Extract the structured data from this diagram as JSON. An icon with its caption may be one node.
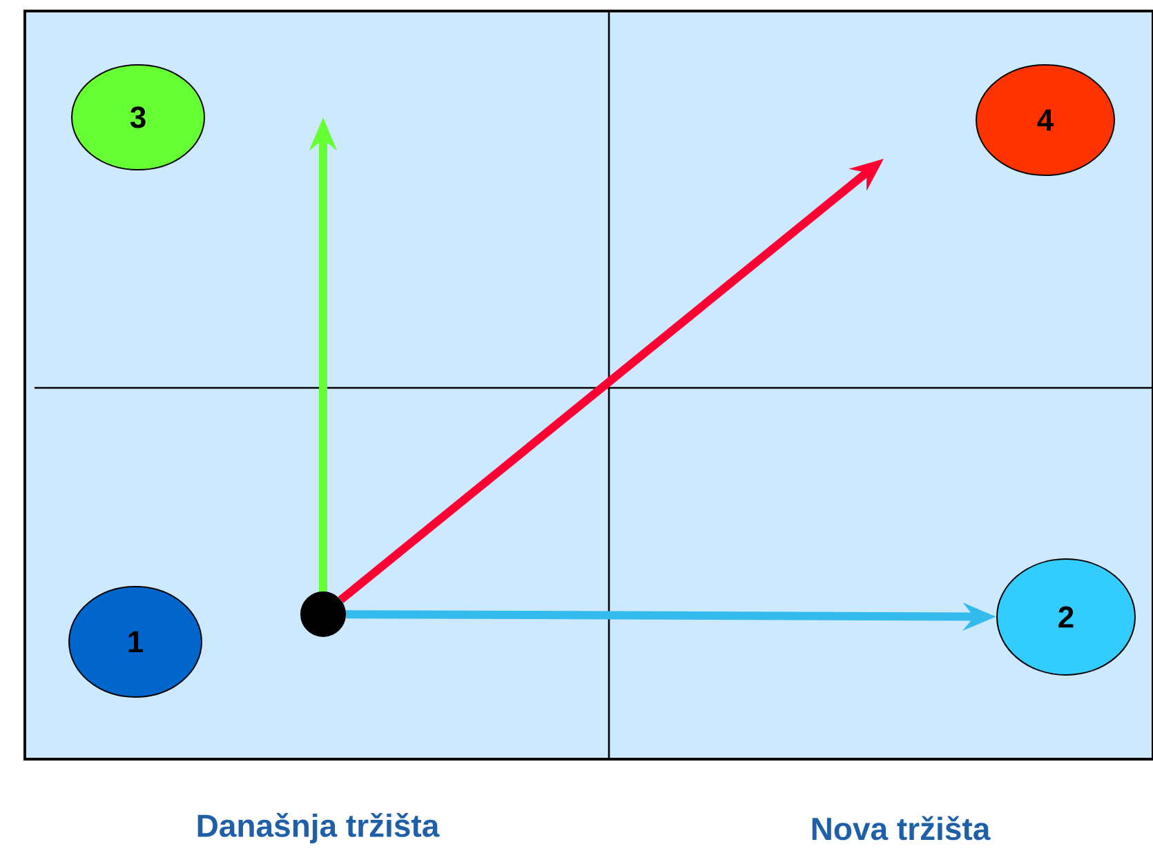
{
  "diagram": {
    "nodes": [
      {
        "text": [
          "3"
        ]
      },
      {
        "text": [
          "4"
        ]
      },
      {
        "text": [
          "1"
        ]
      },
      {
        "text": [],
        "shape": "circle"
      },
      {
        "text": [
          "2"
        ]
      }
    ],
    "edges": [
      {
        "from": 3,
        "to": null,
        "arrow": "to",
        "color": "#66ff33"
      },
      {
        "from": 3,
        "to": null,
        "arrow": "to",
        "color": "#ff0033"
      },
      {
        "from": 3,
        "to": 4,
        "arrow": "to",
        "color": "#33bbee"
      }
    ],
    "labels": [
      "Današnja tržišta",
      "Nova tržišta"
    ]
  }
}
